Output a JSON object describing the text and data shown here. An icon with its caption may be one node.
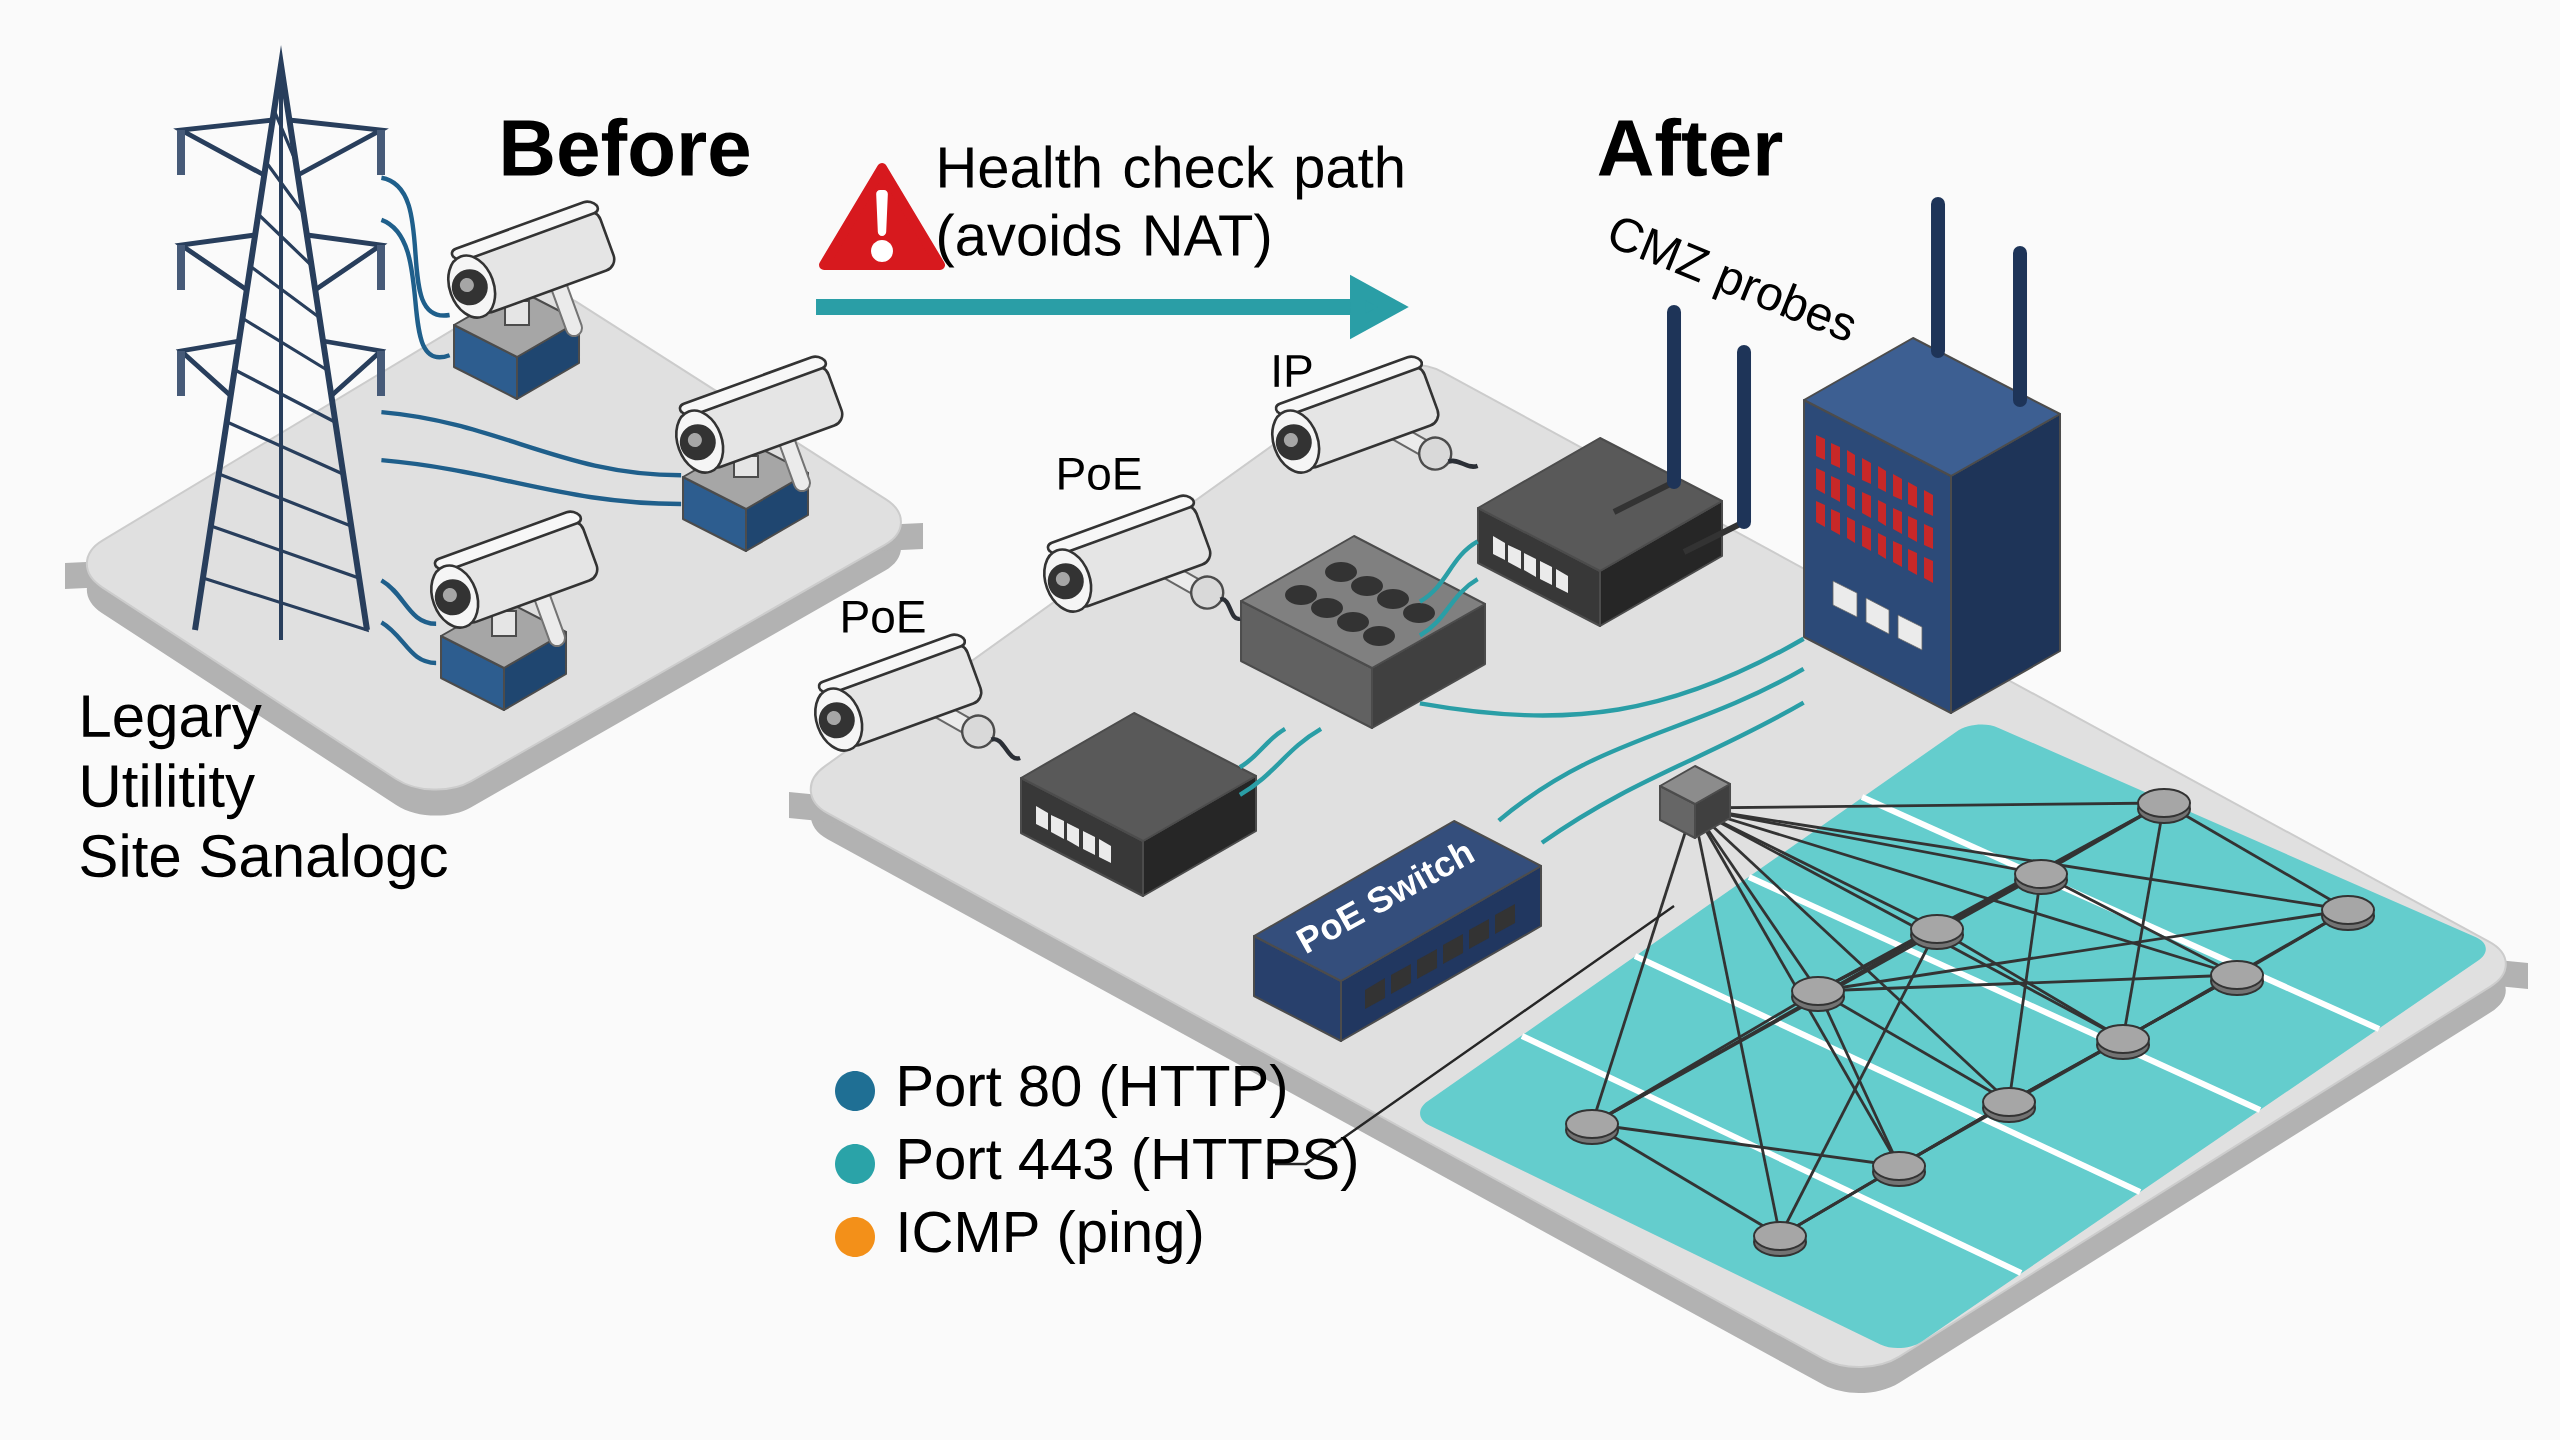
{
  "diagram": {
    "nodes": [
      {
        "text": [],
        "shape": "picture"
      },
      {
        "text": [],
        "shape": "picture"
      },
      {
        "text": [],
        "shape": "picture"
      },
      {
        "text": [],
        "shape": "picture"
      },
      {
        "text": [],
        "shape": "picture"
      },
      {
        "text": [],
        "shape": "picture"
      },
      {
        "text": [],
        "shape": "picture",
        "beside": [
          "IP"
        ]
      },
      {
        "text": [],
        "shape": "picture",
        "beside": [
          "PoE"
        ]
      },
      {
        "text": [],
        "shape": "picture"
      },
      {
        "text": [],
        "shape": "picture",
        "beside": [
          "PoE"
        ]
      },
      {
        "text": [],
        "shape": "picture"
      },
      {
        "text": [
          "PoE Switch"
        ]
      }
    ],
    "edges": [
      {
        "from": 0,
        "to": 1,
        "arrow": "none",
        "color": "#1f5f8b"
      },
      {
        "from": 0,
        "to": 1,
        "arrow": "none",
        "color": "#1f5f8b"
      },
      {
        "from": 0,
        "to": 2,
        "arrow": "none",
        "color": "#1f5f8b"
      },
      {
        "from": 0,
        "to": 2,
        "arrow": "none",
        "color": "#1f5f8b"
      },
      {
        "from": 0,
        "to": 3,
        "arrow": "none",
        "color": "#1f5f8b"
      },
      {
        "from": 0,
        "to": 3,
        "arrow": "none",
        "color": "#1f5f8b"
      },
      {
        "from": 6,
        "to": 4,
        "arrow": "none",
        "color": "#2b2f36"
      },
      {
        "from": 7,
        "to": 8,
        "arrow": "none",
        "color": "#2b2f36"
      },
      {
        "from": 9,
        "to": 10,
        "arrow": "none",
        "color": "#2b2f36"
      },
      {
        "from": 10,
        "to": 8,
        "arrow": "none"
      },
      {
        "from": 10,
        "to": 8,
        "arrow": "none"
      },
      {
        "from": 8,
        "to": 4,
        "arrow": "none"
      },
      {
        "from": 8,
        "to": 4,
        "arrow": "none"
      },
      {
        "from": 8,
        "to": 5,
        "arrow": "none"
      },
      {
        "from": 11,
        "to": 5,
        "arrow": "none"
      },
      {
        "from": 11,
        "to": 5,
        "arrow": "none"
      }
    ],
    "labels": [
      "Before",
      "Health check path (avoids NAT)",
      "After",
      "CMZ probes",
      "Legary Utilitity Site Sanalogc"
    ],
    "legend": [
      {
        "text": "Port 80 (HTTP)",
        "color": "#1f6f94"
      },
      {
        "text": "Port 443 (HTTPS)",
        "color": "#2aa3a8"
      },
      {
        "text": "ICMP (ping)",
        "color": "#f39019"
      }
    ]
  }
}
